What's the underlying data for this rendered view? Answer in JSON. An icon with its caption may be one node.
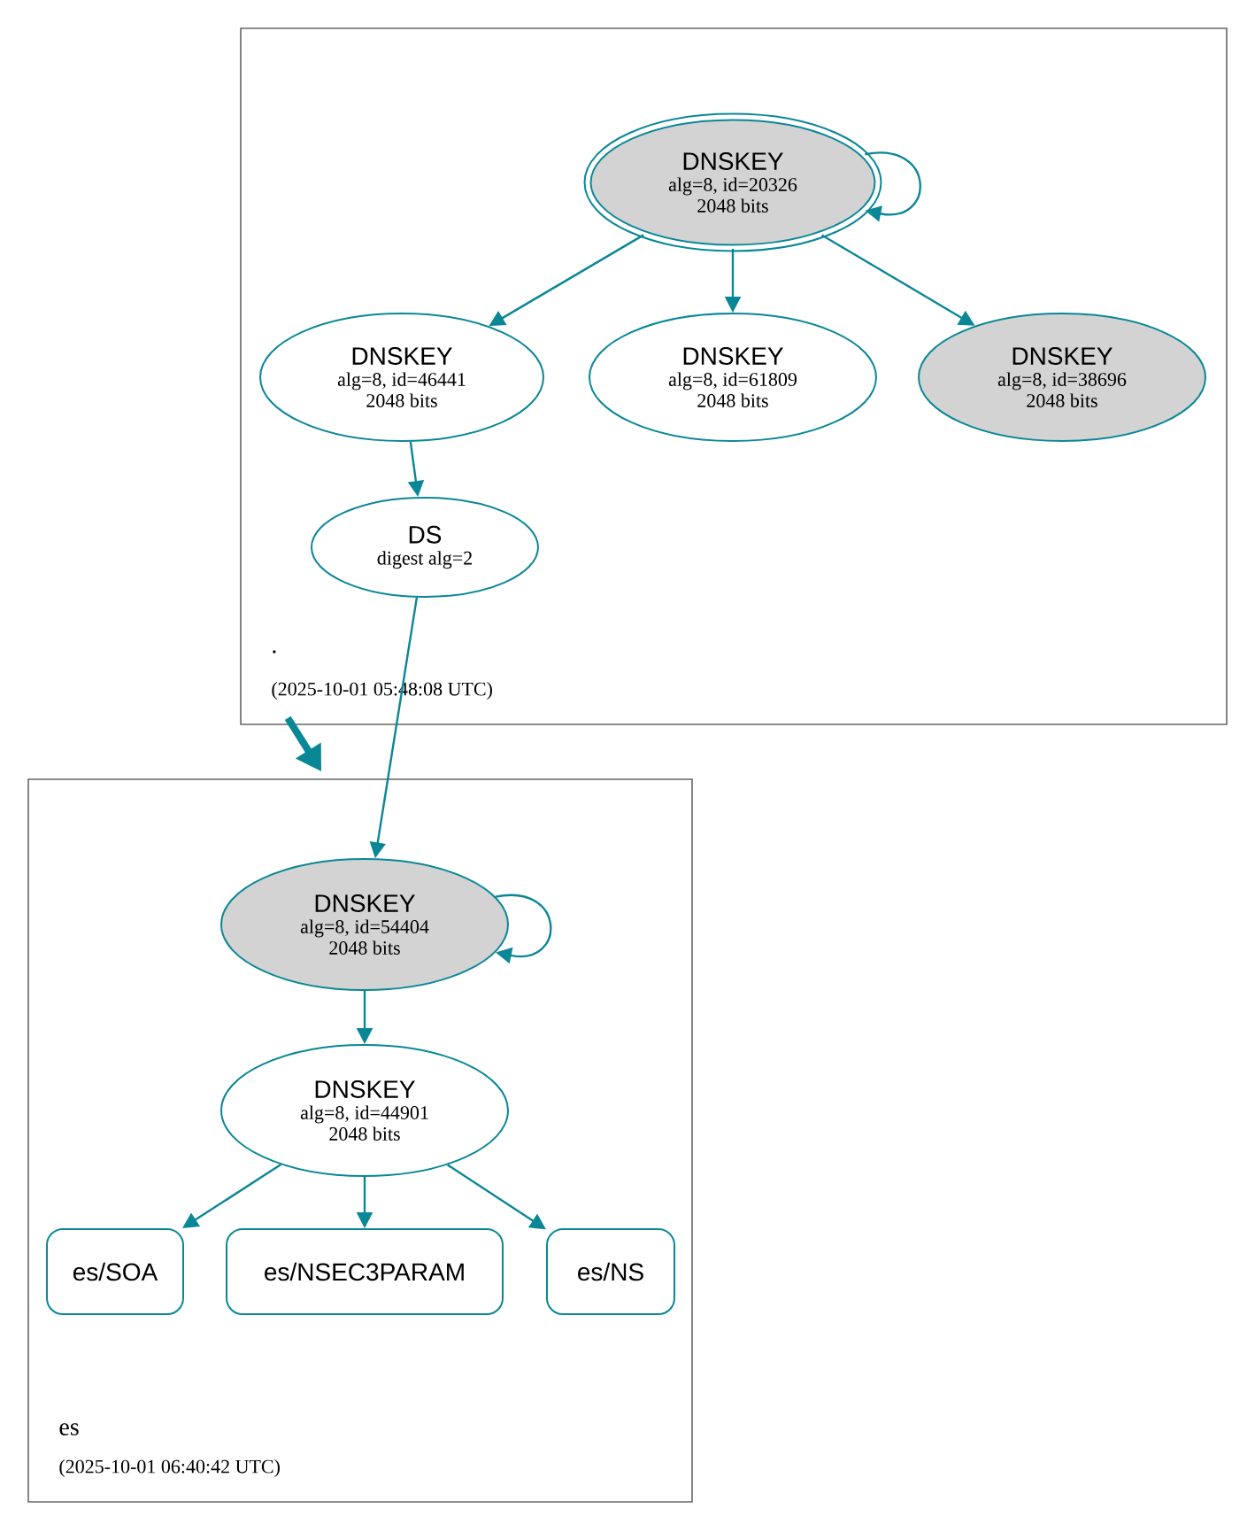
{
  "diagram": {
    "nodes": [
      {
        "text": [
          ".",
          "(2025-10-01 05:48:08 UTC)"
        ]
      },
      {
        "text": [
          "DNSKEY",
          "alg=8, id=20326",
          "2048 bits"
        ],
        "in": 0
      },
      {
        "text": [
          "DNSKEY",
          "alg=8, id=46441",
          "2048 bits"
        ],
        "in": 0
      },
      {
        "text": [
          "DNSKEY",
          "alg=8, id=61809",
          "2048 bits"
        ],
        "in": 0
      },
      {
        "text": [
          "DNSKEY",
          "alg=8, id=38696",
          "2048 bits"
        ],
        "in": 0
      },
      {
        "text": [
          "DS",
          "digest alg=2"
        ],
        "in": 0
      },
      {
        "text": [
          "es",
          "(2025-10-01 06:40:42 UTC)"
        ]
      },
      {
        "text": [
          "DNSKEY",
          "alg=8, id=54404",
          "2048 bits"
        ],
        "in": 6
      },
      {
        "text": [
          "DNSKEY",
          "alg=8, id=44901",
          "2048 bits"
        ],
        "in": 6
      },
      {
        "text": [
          "es/SOA"
        ],
        "in": 6
      },
      {
        "text": [
          "es/NSEC3PARAM"
        ],
        "in": 6
      },
      {
        "text": [
          "es/NS"
        ],
        "in": 6
      }
    ],
    "edges": [
      {
        "from": 1,
        "to": 1,
        "arrow": "to"
      },
      {
        "from": 1,
        "to": 2,
        "arrow": "to"
      },
      {
        "from": 1,
        "to": 3,
        "arrow": "to"
      },
      {
        "from": 1,
        "to": 4,
        "arrow": "to"
      },
      {
        "from": 2,
        "to": 5,
        "arrow": "to"
      },
      {
        "from": 5,
        "to": 7,
        "arrow": "to"
      },
      {
        "from": 0,
        "to": 6,
        "arrow": "to",
        "style": "thick"
      },
      {
        "from": 7,
        "to": 7,
        "arrow": "to"
      },
      {
        "from": 7,
        "to": 8,
        "arrow": "to"
      },
      {
        "from": 8,
        "to": 9,
        "arrow": "to"
      },
      {
        "from": 8,
        "to": 10,
        "arrow": "to"
      },
      {
        "from": 8,
        "to": 11,
        "arrow": "to"
      }
    ]
  }
}
